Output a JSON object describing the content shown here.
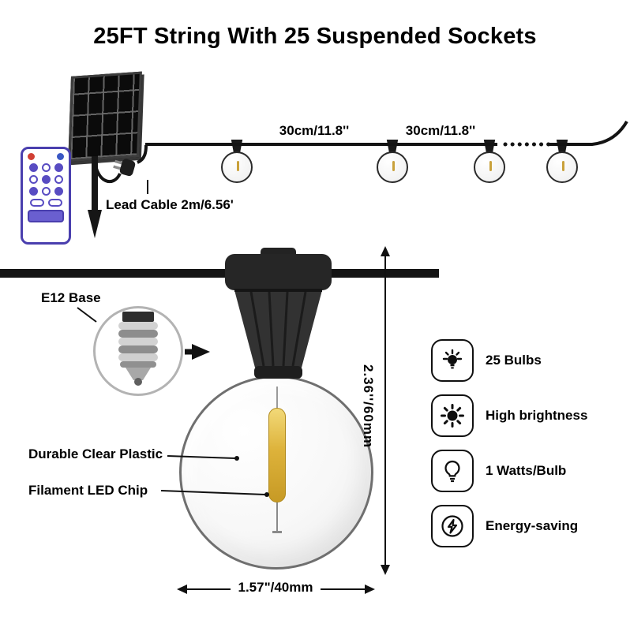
{
  "title": "25FT String With 25 Suspended Sockets",
  "string_section": {
    "spacing_labels": [
      "30cm/11.8''",
      "30cm/11.8''"
    ],
    "lead_cable_label": "Lead Cable 2m/6.56'"
  },
  "detail_section": {
    "e12_base_label": "E12 Base",
    "clear_plastic_label": "Durable Clear Plastic",
    "filament_label": "Filament LED Chip",
    "bulb_height_label": "2.36''/60mm",
    "bulb_width_label": "1.57\"/40mm"
  },
  "features": [
    {
      "icon": "bulb-rays-icon",
      "label": "25 Bulbs"
    },
    {
      "icon": "brightness-icon",
      "label": "High brightness"
    },
    {
      "icon": "bulb-outline-icon",
      "label": "1 Watts/Bulb"
    },
    {
      "icon": "energy-icon",
      "label": "Energy-saving"
    }
  ],
  "colors": {
    "wire": "#141414",
    "socket": "#2e2e2e",
    "filament": "#ddb23a",
    "remote_accent": "#584cc2",
    "text": "#000000"
  }
}
